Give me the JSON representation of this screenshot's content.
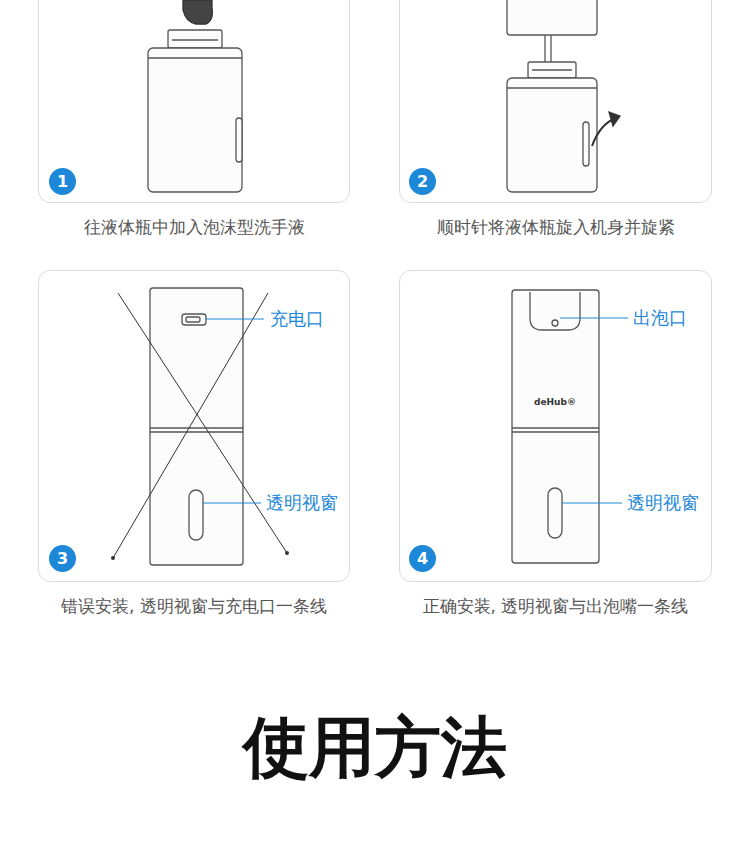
{
  "diagram": {
    "title": "使用方法",
    "nodes": [
      {
        "text": [
          "往液体瓶中加入泡沫型洗手液"
        ]
      },
      {
        "text": [
          "1"
        ],
        "in": 0
      },
      {
        "text": [
          "顺时针将液体瓶旋入机身并旋紧"
        ]
      },
      {
        "text": [
          "2"
        ],
        "in": 2
      },
      {
        "text": [
          "错误安装, 透明视窗与充电口一条线"
        ]
      },
      {
        "text": [
          "3"
        ],
        "in": 4
      },
      {
        "text": [
          "正确安装, 透明视窗与出泡嘴一条线"
        ]
      },
      {
        "text": [
          "4"
        ],
        "in": 6
      }
    ],
    "labels": [
      "充电口",
      "透明视窗",
      "deHub®",
      "出泡口",
      "透明视窗"
    ]
  }
}
